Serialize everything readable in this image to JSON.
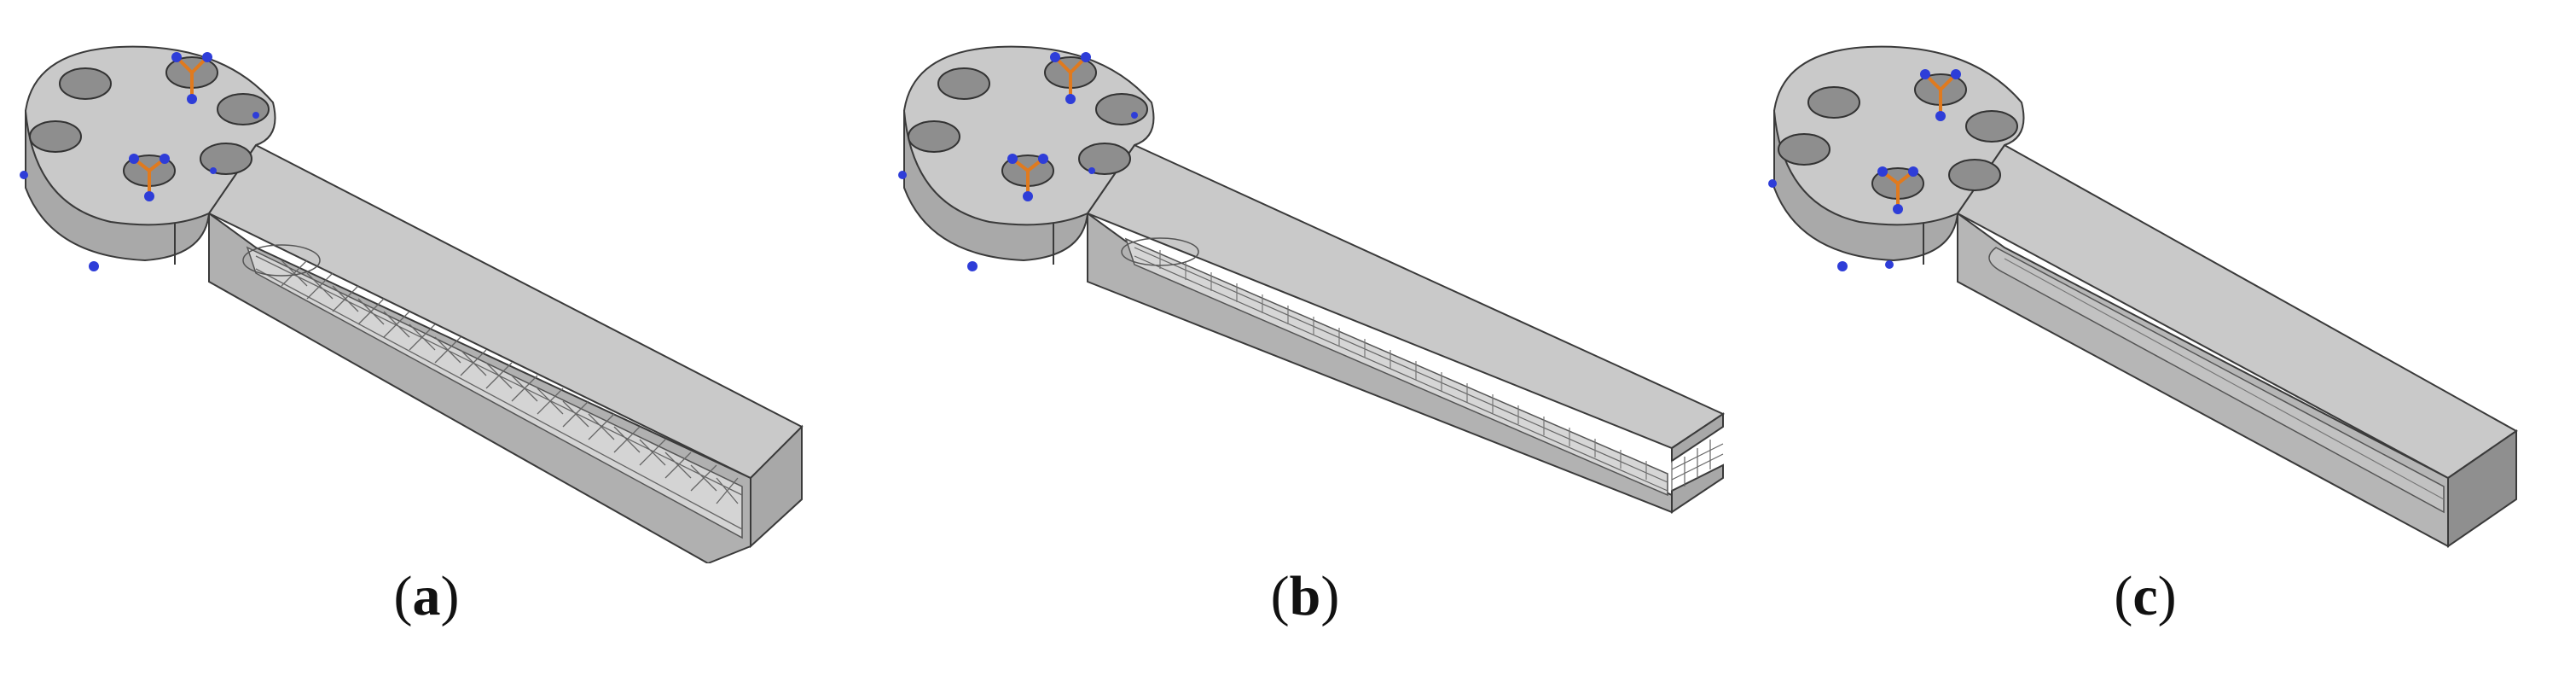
{
  "panels": [
    {
      "id": "a",
      "caption_open": "(",
      "caption_letter": "a",
      "caption_close": ")",
      "infill": "lattice-truss"
    },
    {
      "id": "b",
      "caption_open": "(",
      "caption_letter": "b",
      "caption_close": ")",
      "infill": "grid-lattice"
    },
    {
      "id": "c",
      "caption_open": "(",
      "caption_letter": "c",
      "caption_close": ")",
      "infill": "solid"
    }
  ],
  "colors": {
    "body_light": "#c8c8c8",
    "body_mid": "#b4b4b4",
    "body_dark": "#9a9a9a",
    "edge": "#3a3a3a",
    "constraint_blue": "#2e3dd8",
    "load_orange": "#e07a1e"
  }
}
